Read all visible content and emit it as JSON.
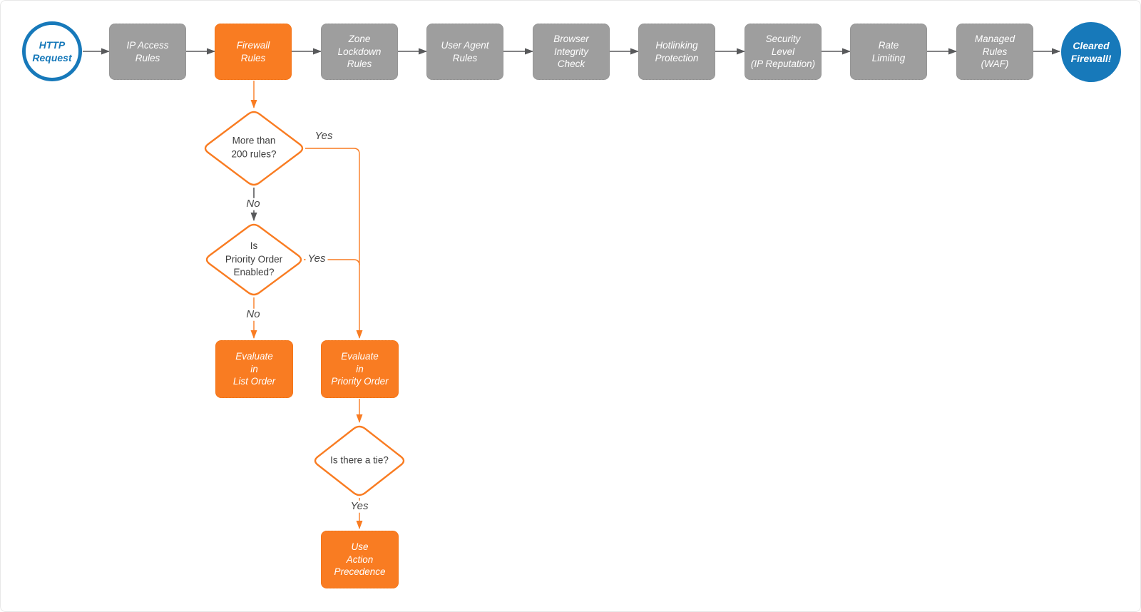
{
  "palette": {
    "blue": "#1779ba",
    "orange": "#f97c22",
    "gray": "#9e9e9e",
    "arrow-gray": "#58595b",
    "diamond-text": "#3c3c3c",
    "edge-text": "#474747"
  },
  "flow": {
    "start": {
      "label": "HTTP\nRequest"
    },
    "end": {
      "label": "Cleared\nFirewall!"
    },
    "stages": [
      {
        "id": "ip-access-rules",
        "label": "IP Access\nRules"
      },
      {
        "id": "firewall-rules",
        "label": "Firewall\nRules"
      },
      {
        "id": "zone-lockdown-rules",
        "label": "Zone\nLockdown\nRules"
      },
      {
        "id": "user-agent-rules",
        "label": "User Agent\nRules"
      },
      {
        "id": "browser-integrity-check",
        "label": "Browser\nIntegrity\nCheck"
      },
      {
        "id": "hotlinking-protection",
        "label": "Hotlinking\nProtection"
      },
      {
        "id": "security-level",
        "label": "Security\nLevel\n(IP Reputation)"
      },
      {
        "id": "rate-limiting",
        "label": "Rate\nLimiting"
      },
      {
        "id": "managed-rules-waf",
        "label": "Managed\nRules\n(WAF)"
      }
    ],
    "decisions": [
      {
        "id": "more-than-200-rules",
        "label": "More than\n200 rules?"
      },
      {
        "id": "priority-order-enabled",
        "label": "Is\nPriority Order\nEnabled?"
      },
      {
        "id": "is-there-a-tie",
        "label": "Is there a tie?"
      }
    ],
    "actions": [
      {
        "id": "evaluate-in-list-order",
        "label": "Evaluate\nin\nList Order"
      },
      {
        "id": "evaluate-in-priority-order",
        "label": "Evaluate\nin\nPriority Order"
      },
      {
        "id": "use-action-precedence",
        "label": "Use\nAction\nPrecedence"
      }
    ],
    "edge_labels": {
      "d1_yes": "Yes",
      "d1_no": "No",
      "d2_yes": "Yes",
      "d2_no": "No",
      "d3_yes": "Yes"
    }
  }
}
